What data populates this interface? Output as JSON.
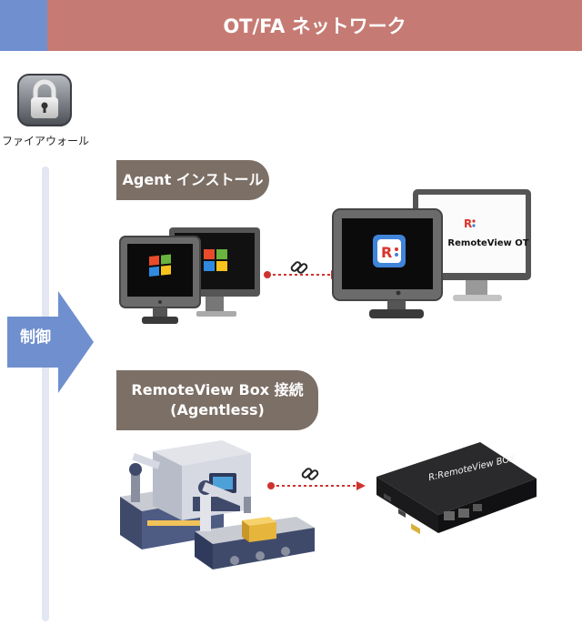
{
  "header": {
    "title": "OT/FA ネットワーク"
  },
  "firewall": {
    "label": "ファイアウォール",
    "icon": "lock-icon"
  },
  "control": {
    "label": "制御"
  },
  "section_agent": {
    "label": "Agent インストール"
  },
  "section_box": {
    "label_line1": "RemoteView Box 接続",
    "label_line2": "(Agentless)"
  },
  "remoteview_ot": {
    "label": "RemoteView OT"
  },
  "remoteview_box": {
    "label": "R:RemoteView BOX"
  },
  "colors": {
    "header_left": "#6f8fcf",
    "header_main": "#c57b73",
    "arrow": "#6f8fcf",
    "pill": "#7c6f66",
    "dotted_arrow": "#d0322f"
  }
}
